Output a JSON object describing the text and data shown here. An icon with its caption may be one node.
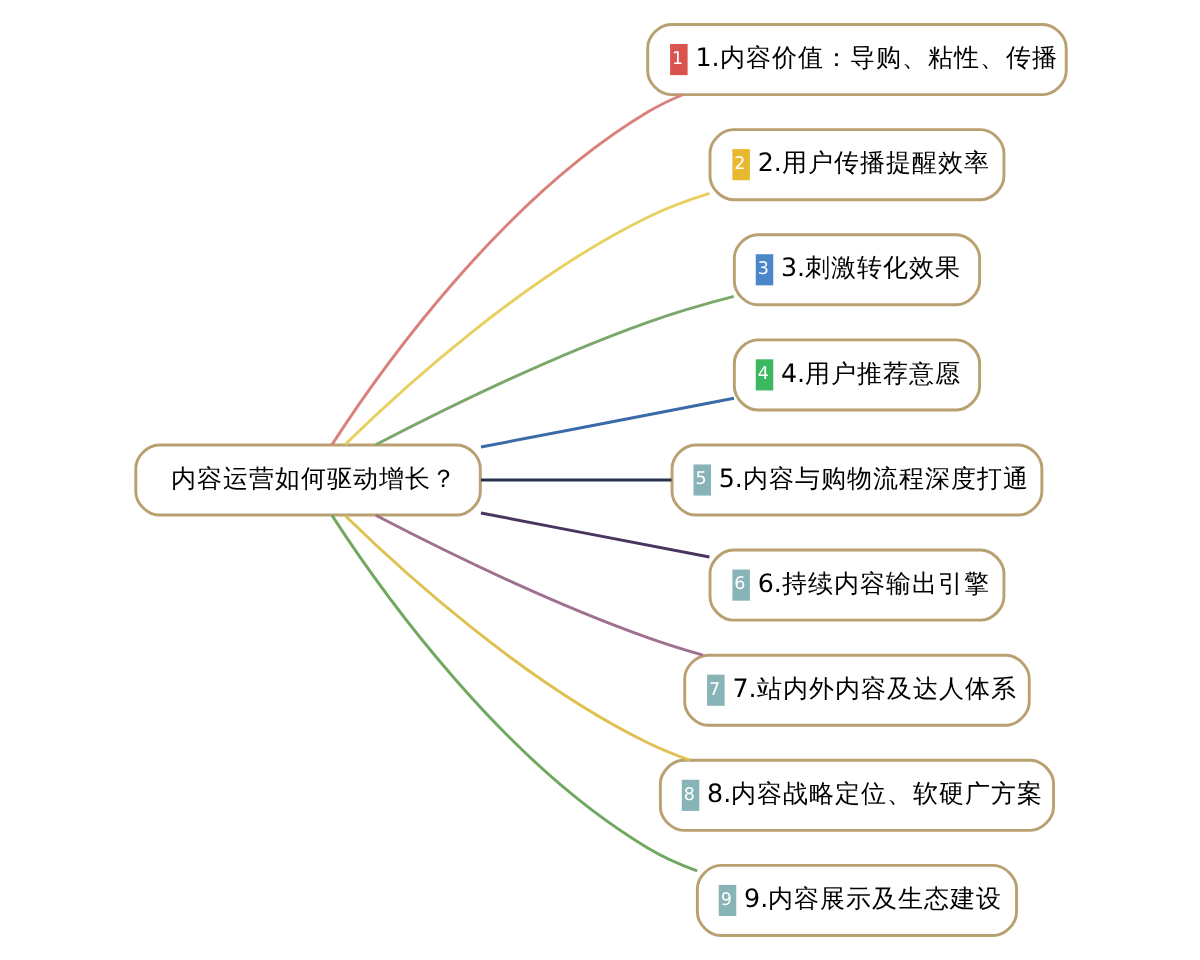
{
  "diagram": {
    "nodes": [
      {
        "text": [
          "内容运营如何驱动增长？"
        ]
      },
      {
        "text": [
          "1",
          "1.内容价值：导购、粘性、传播"
        ]
      },
      {
        "text": [
          "2",
          "2.用户传播提醒效率"
        ]
      },
      {
        "text": [
          "3",
          "3.刺激转化效果"
        ]
      },
      {
        "text": [
          "4",
          "4.用户推荐意愿"
        ]
      },
      {
        "text": [
          "5",
          "5.内容与购物流程深度打通"
        ]
      },
      {
        "text": [
          "6",
          "6.持续内容输出引擎"
        ]
      },
      {
        "text": [
          "7",
          "7.站内外内容及达人体系"
        ]
      },
      {
        "text": [
          "8",
          "8.内容战略定位、软硬广方案"
        ]
      },
      {
        "text": [
          "9",
          "9.内容展示及生态建设"
        ]
      }
    ],
    "edges": [
      {
        "from": 0,
        "to": 1,
        "arrow": "none",
        "color": "#d9807a"
      },
      {
        "from": 0,
        "to": 2,
        "arrow": "none",
        "color": "#e8d060"
      },
      {
        "from": 0,
        "to": 3,
        "arrow": "none",
        "color": "#7aa86a"
      },
      {
        "from": 0,
        "to": 4,
        "arrow": "none",
        "color": "#3a6aa8"
      },
      {
        "from": 0,
        "to": 5,
        "arrow": "none",
        "color": "#2a3050"
      },
      {
        "from": 0,
        "to": 6,
        "arrow": "none",
        "color": "#4a3560"
      },
      {
        "from": 0,
        "to": 7,
        "arrow": "none",
        "color": "#a07090"
      },
      {
        "from": 0,
        "to": 8,
        "arrow": "none",
        "color": "#e0c050"
      },
      {
        "from": 0,
        "to": 9,
        "arrow": "none",
        "color": "#70a860"
      }
    ]
  }
}
